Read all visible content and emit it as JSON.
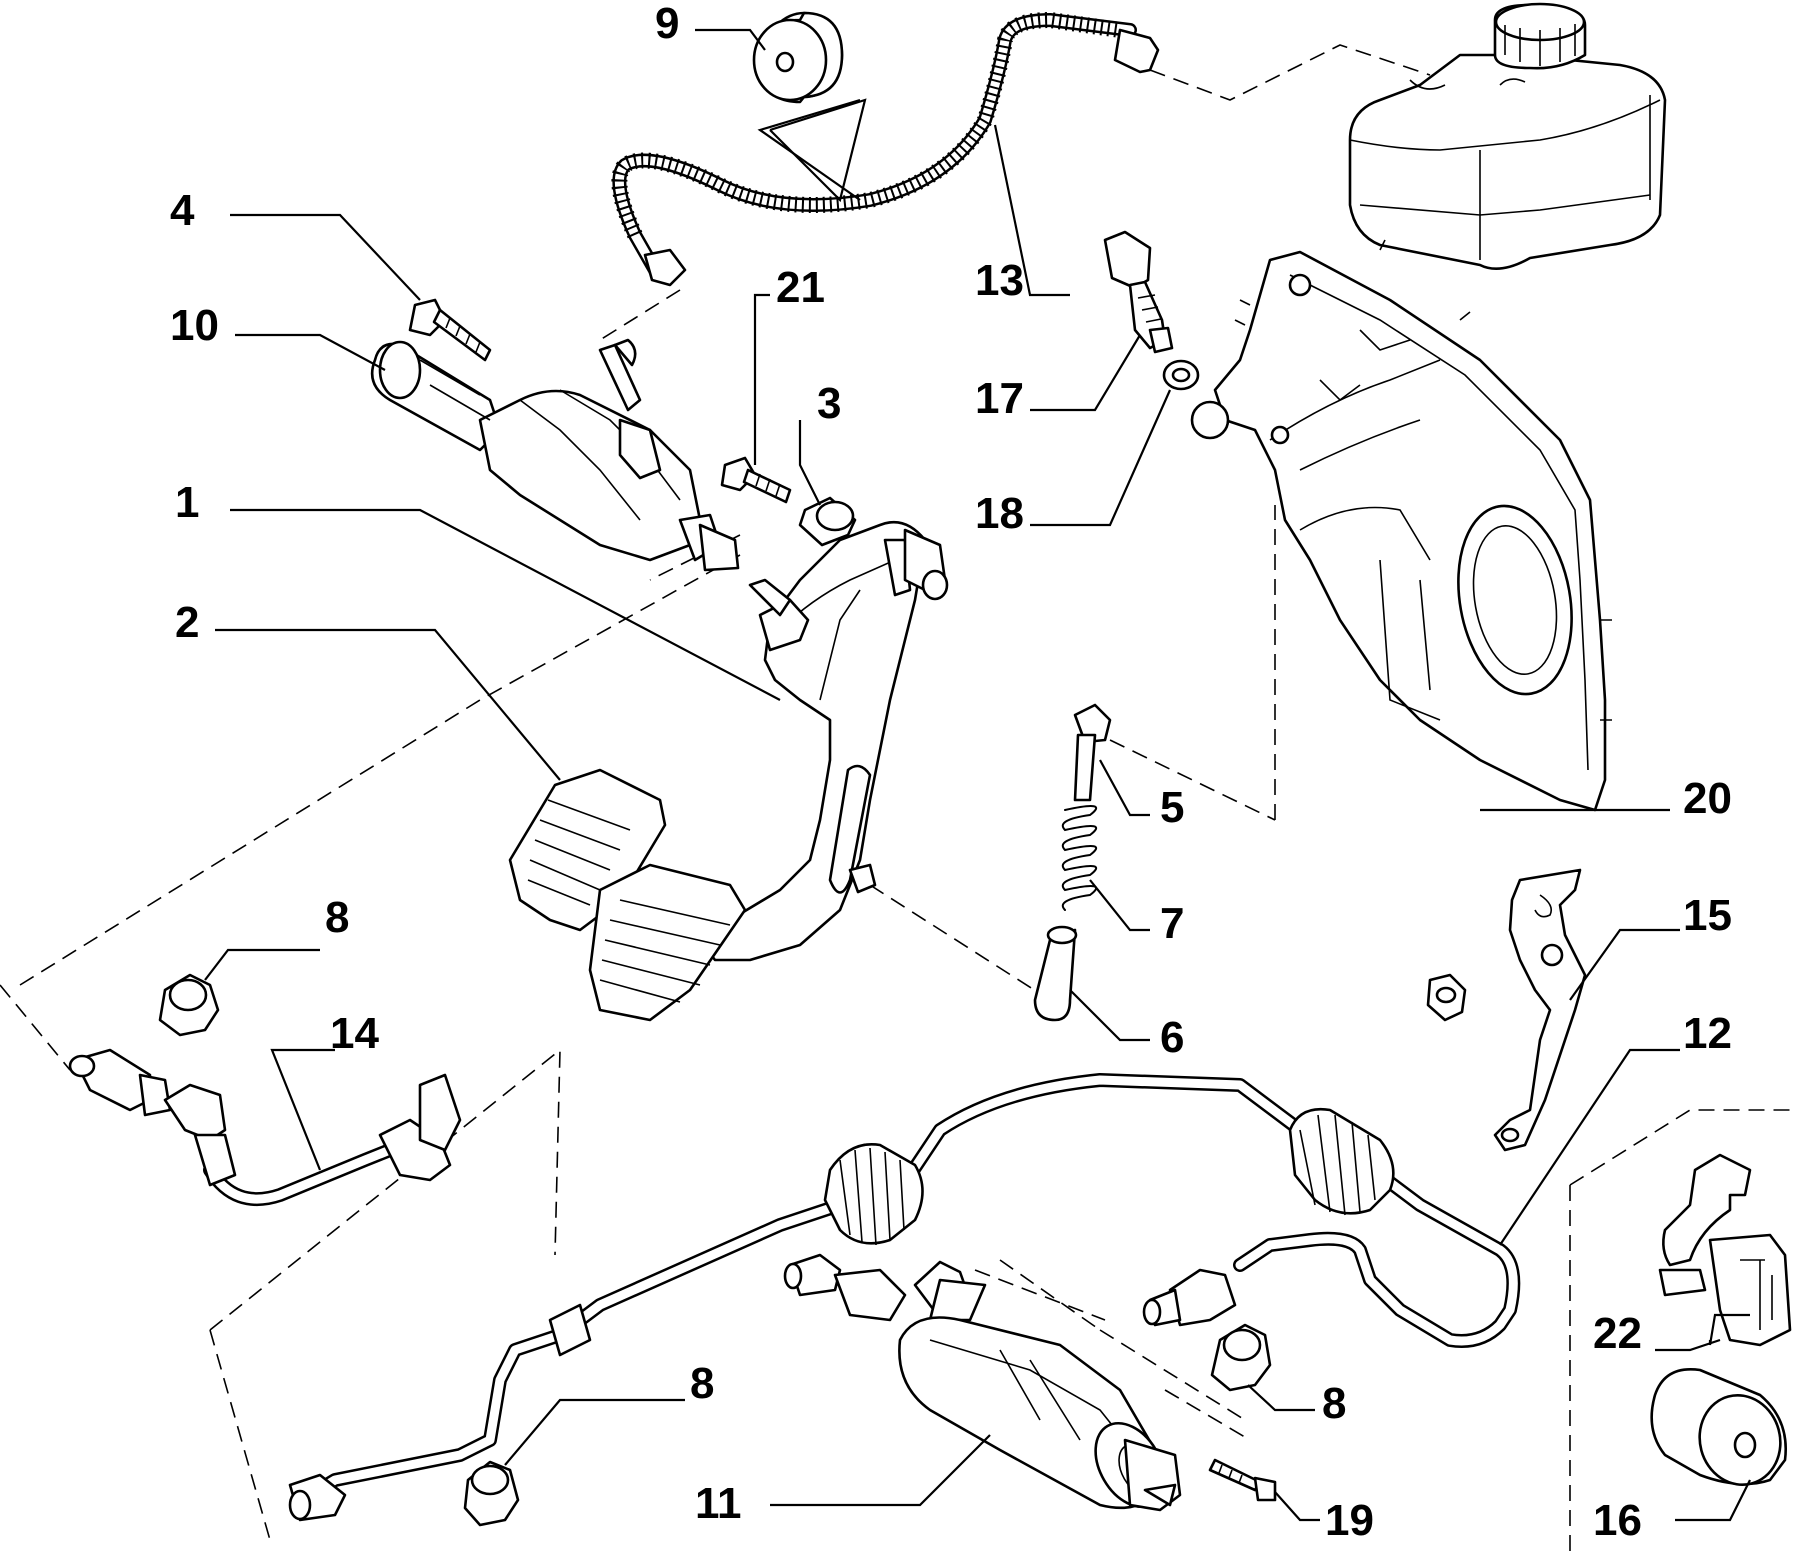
{
  "diagram": {
    "parts": [
      {
        "key": "p1",
        "label": "1"
      },
      {
        "key": "p2",
        "label": "2"
      },
      {
        "key": "p3",
        "label": "3"
      },
      {
        "key": "p4",
        "label": "4"
      },
      {
        "key": "p5",
        "label": "5"
      },
      {
        "key": "p6",
        "label": "6"
      },
      {
        "key": "p7",
        "label": "7"
      },
      {
        "key": "p8a",
        "label": "8"
      },
      {
        "key": "p8b",
        "label": "8"
      },
      {
        "key": "p8c",
        "label": "8"
      },
      {
        "key": "p9",
        "label": "9"
      },
      {
        "key": "p10",
        "label": "10"
      },
      {
        "key": "p11",
        "label": "11"
      },
      {
        "key": "p12",
        "label": "12"
      },
      {
        "key": "p13",
        "label": "13"
      },
      {
        "key": "p14",
        "label": "14"
      },
      {
        "key": "p15",
        "label": "15"
      },
      {
        "key": "p16",
        "label": "16"
      },
      {
        "key": "p17",
        "label": "17"
      },
      {
        "key": "p18",
        "label": "18"
      },
      {
        "key": "p19",
        "label": "19"
      },
      {
        "key": "p20",
        "label": "20"
      },
      {
        "key": "p21",
        "label": "21"
      },
      {
        "key": "p22",
        "label": "22"
      }
    ]
  }
}
